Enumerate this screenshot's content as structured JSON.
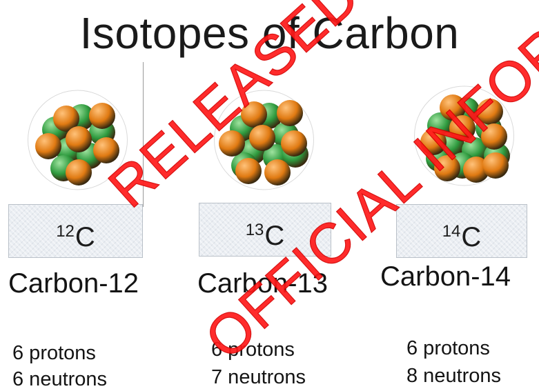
{
  "title": "Isotopes of Carbon",
  "isotopes": [
    {
      "mass_number": "12",
      "element": "C",
      "name": "Carbon-12",
      "protons": "6 protons",
      "neutrons": "6 neutrons",
      "proton_count": 6,
      "neutron_count": 6
    },
    {
      "mass_number": "13",
      "element": "C",
      "name": "Carbon-13",
      "protons": "6 protons",
      "neutrons": "7 neutrons",
      "proton_count": 6,
      "neutron_count": 7
    },
    {
      "mass_number": "14",
      "element": "C",
      "name": "Carbon-14",
      "protons": "6 protons",
      "neutrons": "8 neutrons",
      "proton_count": 6,
      "neutron_count": 8
    }
  ],
  "watermark": {
    "line1": "RELEASED UNDER THE",
    "line2": "OFFICIAL INFORMATION"
  },
  "colors": {
    "proton": "#e07a12",
    "neutron": "#2e9a3e",
    "watermark": "#ff1a1a"
  }
}
